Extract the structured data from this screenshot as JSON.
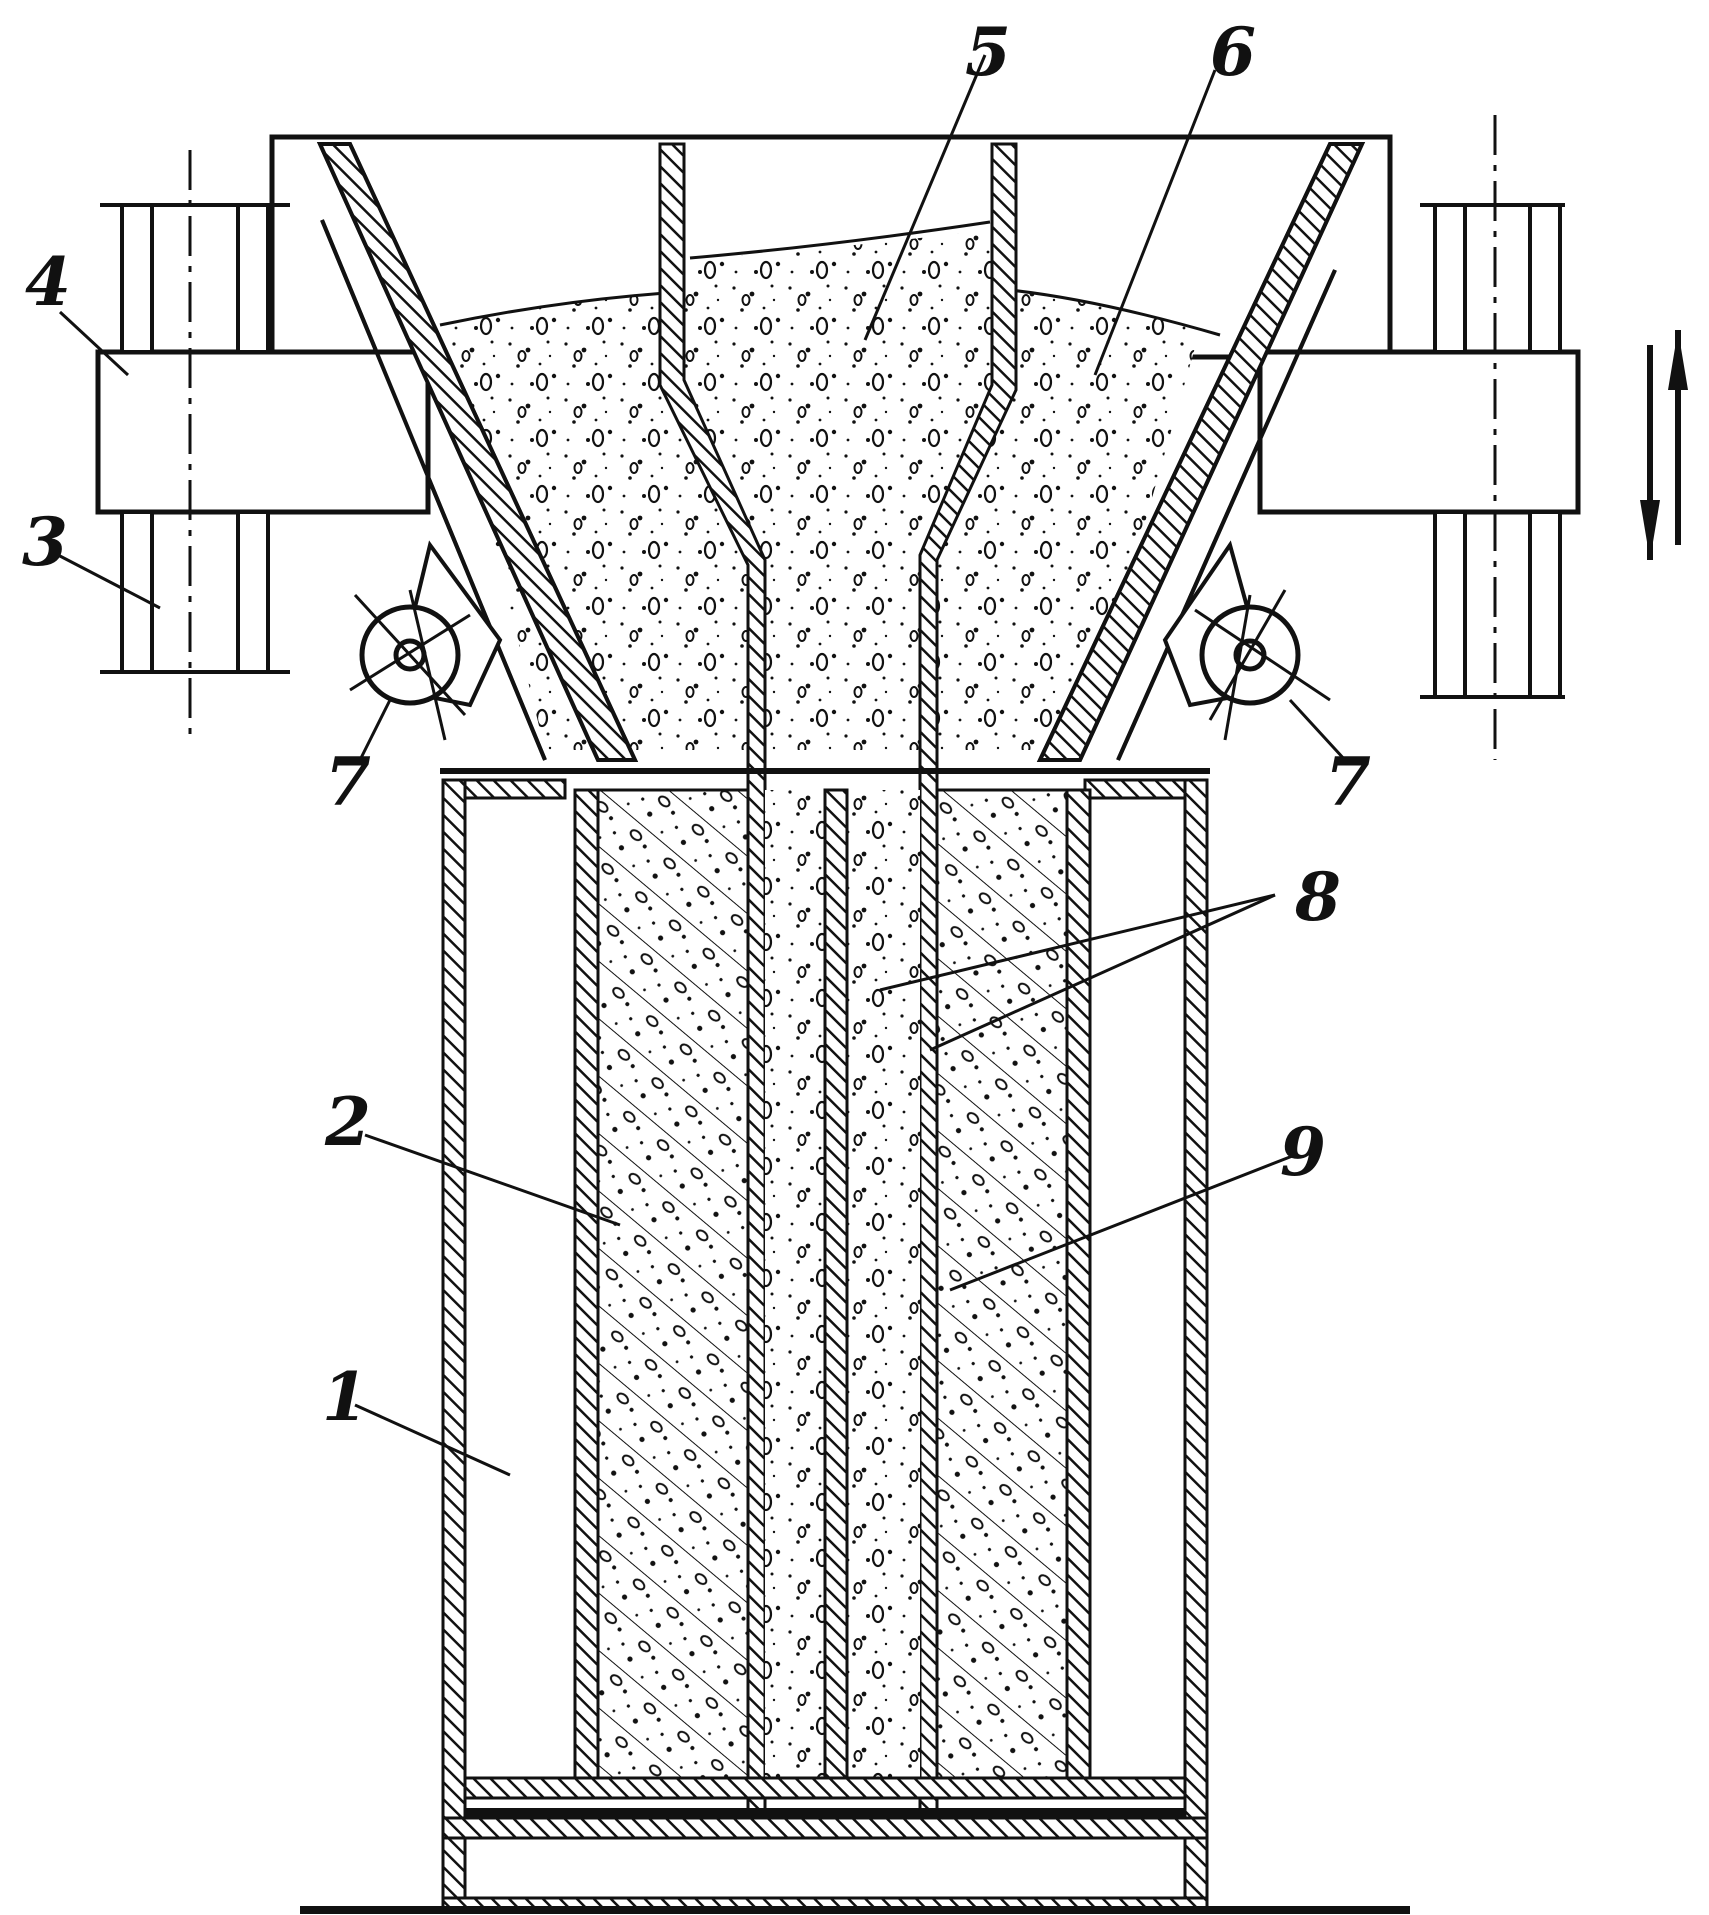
{
  "labels": {
    "l1": "1",
    "l2": "2",
    "l3": "3",
    "l4": "4",
    "l5": "5",
    "l6": "6",
    "l7a": "7",
    "l7b": "7",
    "l8": "8",
    "l9": "9"
  },
  "colors": {
    "ink": "#111111",
    "paper": "#ffffff"
  }
}
